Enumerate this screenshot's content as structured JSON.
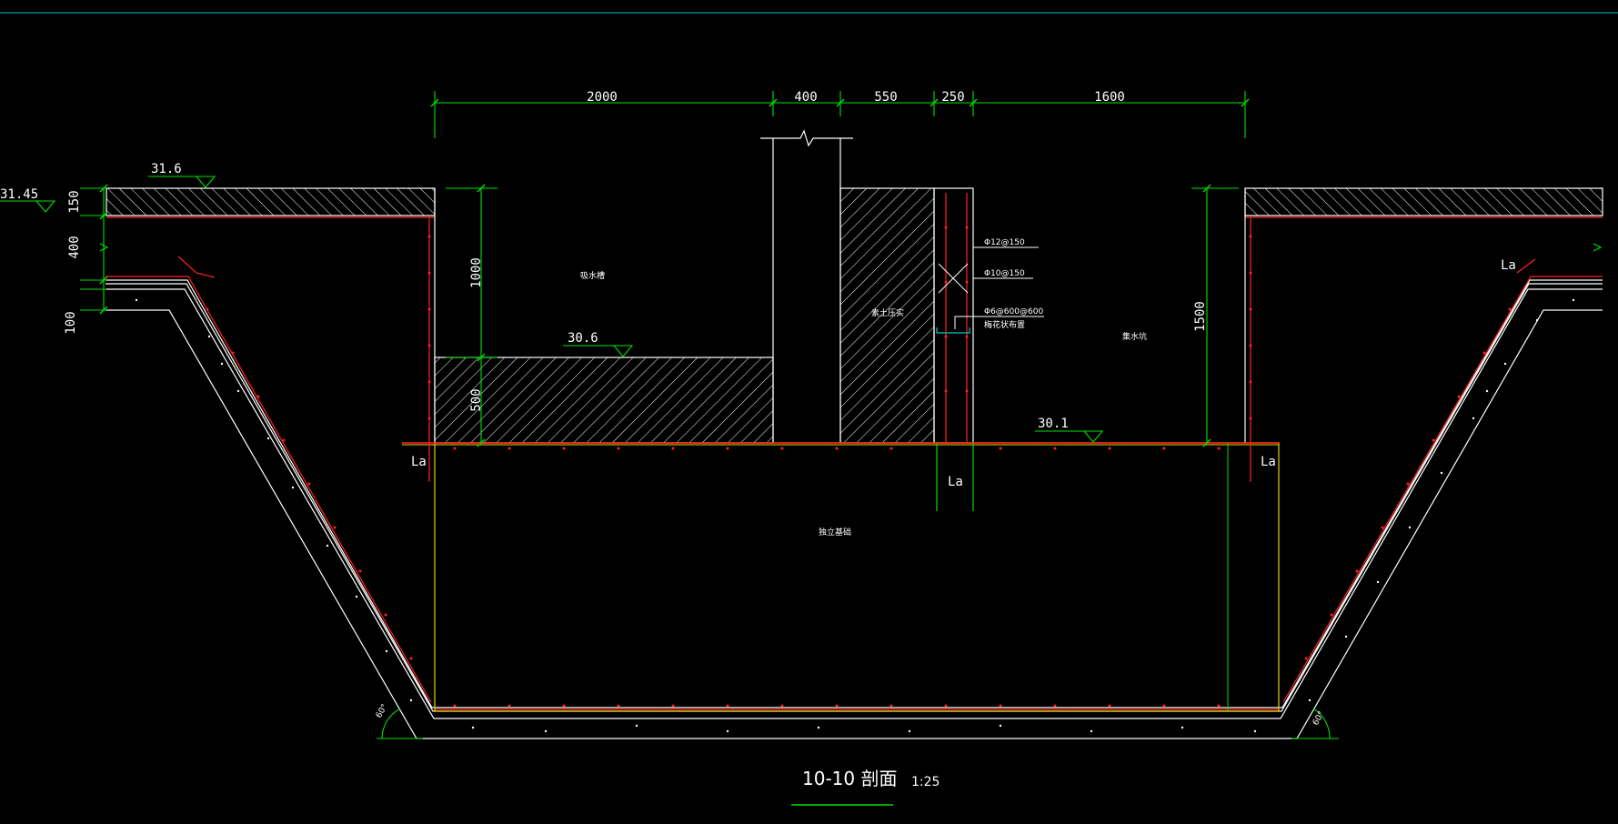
{
  "drawing": {
    "title": "10-10 剖面",
    "scale": "1:25",
    "colors": {
      "background": "#000000",
      "outline": "#ffffff",
      "dimension": "#00e000",
      "rebar": "#ff2020",
      "footing": "#e8d000",
      "top_border": "#00c8c8"
    }
  },
  "dimensions": {
    "top": [
      "2000",
      "400",
      "550",
      "250",
      "1600"
    ],
    "left": [
      "150",
      "400",
      "100"
    ],
    "depth_1000": "1000",
    "depth_500": "500",
    "depth_1500": "1500"
  },
  "elevations": {
    "e_31_6": "31.6",
    "e_31_45": "31.45",
    "e_30_6": "30.6",
    "e_30_1": "30.1"
  },
  "rebar_notes": {
    "r1": "Φ12@150",
    "r2": "Φ10@150",
    "r3": "Φ6@600@600",
    "r3_sub": "梅花状布置"
  },
  "labels": {
    "la": "La",
    "left_chamber": "吸水槽",
    "wall_fill": "素土压实",
    "right_chamber": "集水坑",
    "foundation": "独立基础",
    "angle_left": "60°",
    "angle_right": "60°"
  }
}
